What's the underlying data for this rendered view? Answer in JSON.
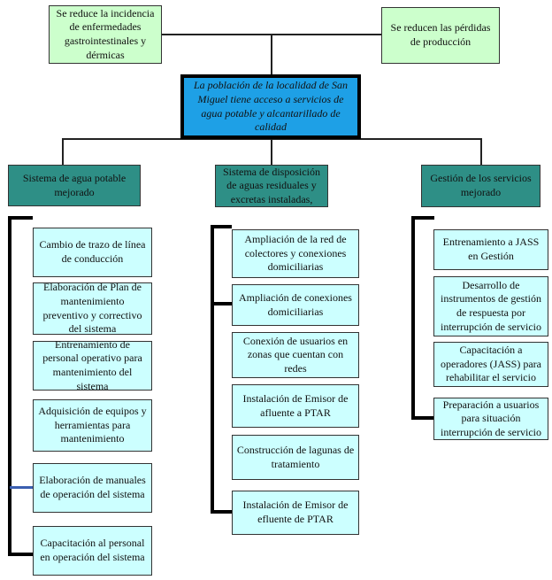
{
  "effects": [
    "Se reduce la incidencia de enfermedades gastrointestinales y dérmicas",
    "Se reducen las pérdidas de producción"
  ],
  "purpose": "La población de la localidad de San Miguel tiene acceso a servicios de agua potable y alcantarillado de calidad",
  "components": [
    {
      "label": "Sistema de agua potable mejorado",
      "activities": [
        "Cambio de trazo de línea de conducción",
        "Elaboración de Plan de mantenimiento preventivo y correctivo del sistema",
        "Entrenamiento de personal operativo para mantenimiento del sistema",
        "Adquisición de equipos y herramientas para mantenimiento",
        "Elaboración de manuales de operación del sistema",
        "Capacitación al personal en operación del sistema"
      ]
    },
    {
      "label": "Sistema de disposición de aguas residuales y excretas instaladas,",
      "activities": [
        "Ampliación de la red de colectores y conexiones domiciliarias",
        "Ampliación de conexiones domiciliarias",
        "Conexión de usuarios en zonas que cuentan con redes",
        "Instalación de Emisor de afluente a PTAR",
        "Construcción de lagunas de tratamiento",
        "Instalación de Emisor de efluente de PTAR"
      ]
    },
    {
      "label": "Gestión de los servicios mejorado",
      "activities": [
        "Entrenamiento a JASS en Gestión",
        "Desarrollo de instrumentos de gestión de respuesta por interrupción de servicio",
        "Capacitación a operadores (JASS) para rehabilitar el servicio",
        "Preparación a usuarios para situación interrupción de servicio"
      ]
    }
  ],
  "colors": {
    "effect_fill": "#ccffcc",
    "purpose_fill": "#1ea0e6",
    "component_fill": "#2e8f86",
    "activity_fill": "#ccffff",
    "highlight_connector": "#3a5fb0"
  }
}
